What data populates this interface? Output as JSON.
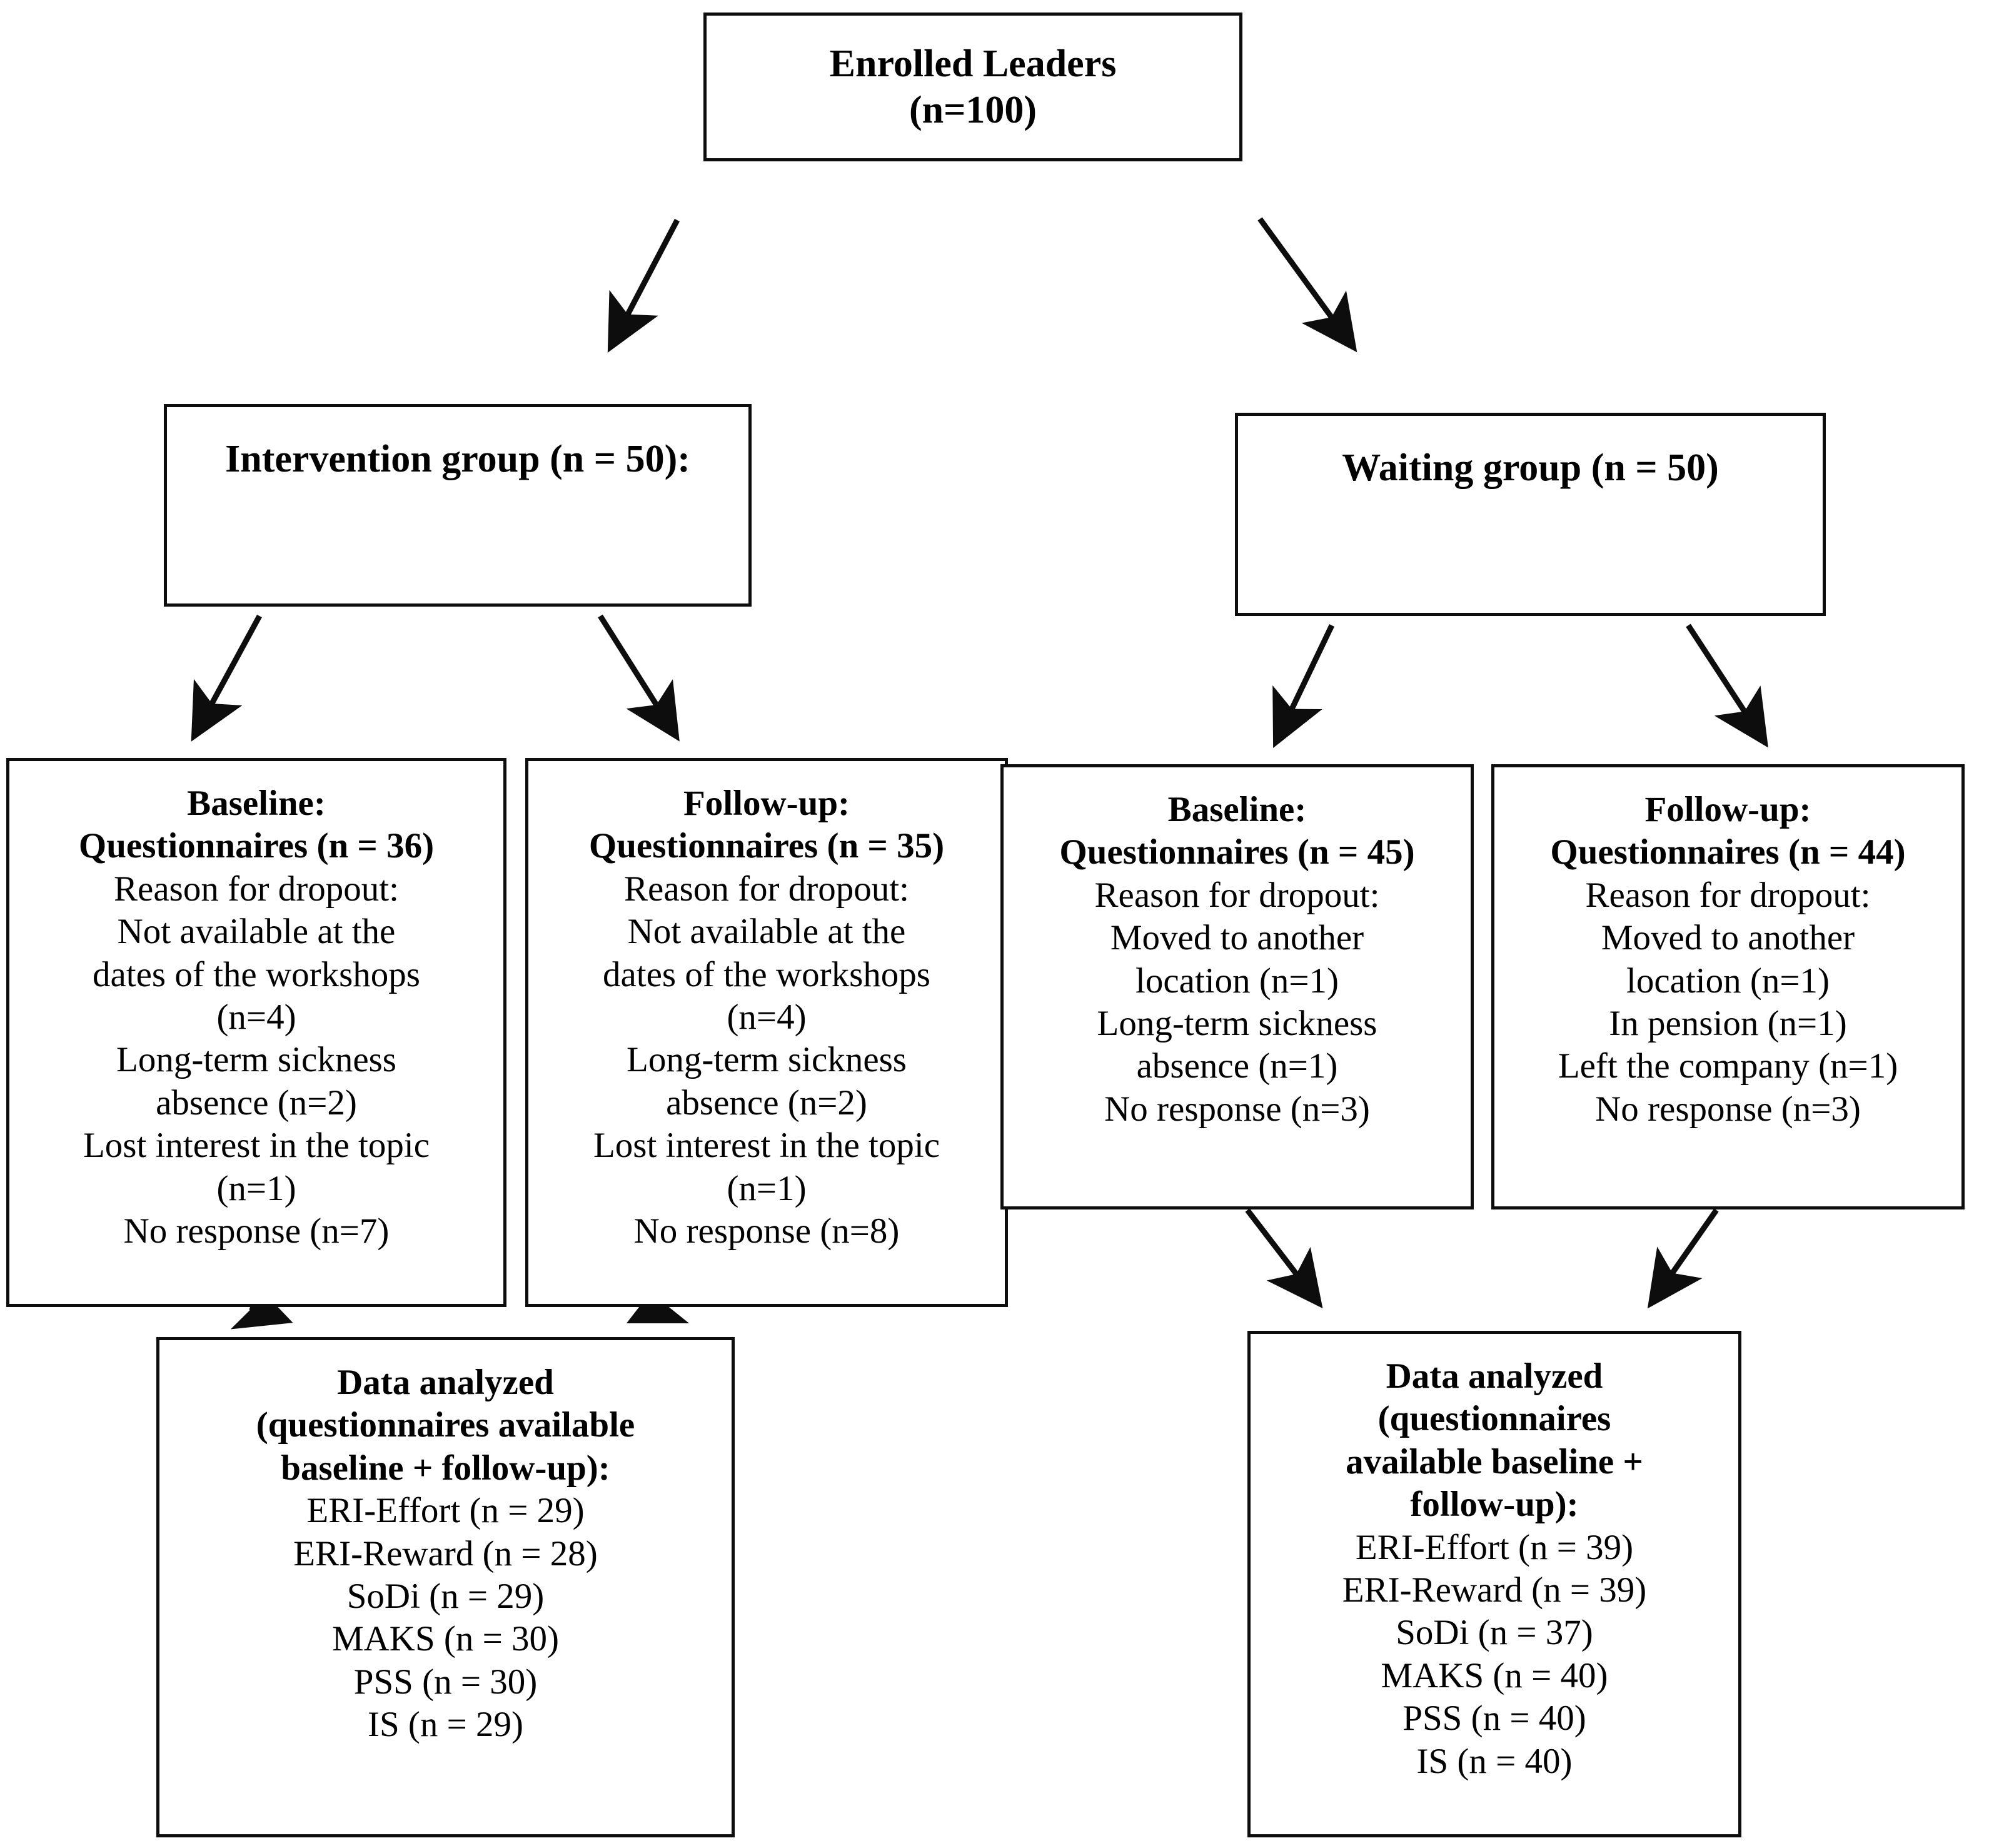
{
  "diagram": {
    "title": "Participant flow diagram",
    "type": "flowchart",
    "stroke_color": "#0d0d0d",
    "background_color": "#ffffff"
  },
  "nodes": {
    "enrolled": {
      "lines": [
        {
          "text": "Enrolled Leaders",
          "bold": true
        },
        {
          "text": "(n=100)",
          "bold": true
        }
      ]
    },
    "intervention_group": {
      "lines": [
        {
          "text": "Intervention group (n = 50):",
          "bold": true
        }
      ]
    },
    "waiting_group": {
      "lines": [
        {
          "text": "Waiting group (n = 50)",
          "bold": true
        }
      ]
    },
    "intervention_baseline": {
      "lines": [
        {
          "text": "Baseline:",
          "bold": true
        },
        {
          "text": "Questionnaires (n = 36)",
          "bold": true
        },
        {
          "text": "Reason for dropout:",
          "bold": false
        },
        {
          "text": "Not available at the",
          "bold": false
        },
        {
          "text": "dates of the workshops",
          "bold": false
        },
        {
          "text": "(n=4)",
          "bold": false
        },
        {
          "text": "Long-term sickness",
          "bold": false
        },
        {
          "text": "absence (n=2)",
          "bold": false
        },
        {
          "text": "Lost interest in the topic",
          "bold": false
        },
        {
          "text": "(n=1)",
          "bold": false
        },
        {
          "text": "No response (n=7)",
          "bold": false
        }
      ]
    },
    "intervention_followup": {
      "lines": [
        {
          "text": "Follow-up:",
          "bold": true
        },
        {
          "text": "Questionnaires (n = 35)",
          "bold": true
        },
        {
          "text": "Reason for dropout:",
          "bold": false
        },
        {
          "text": "Not available at the",
          "bold": false
        },
        {
          "text": "dates of the workshops",
          "bold": false
        },
        {
          "text": "(n=4)",
          "bold": false
        },
        {
          "text": "Long-term sickness",
          "bold": false
        },
        {
          "text": "absence (n=2)",
          "bold": false
        },
        {
          "text": "Lost interest in the topic",
          "bold": false
        },
        {
          "text": "(n=1)",
          "bold": false
        },
        {
          "text": "No response (n=8)",
          "bold": false
        }
      ]
    },
    "waiting_baseline": {
      "lines": [
        {
          "text": "Baseline:",
          "bold": true
        },
        {
          "text": "Questionnaires (n = 45)",
          "bold": true
        },
        {
          "text": "Reason for dropout:",
          "bold": false
        },
        {
          "text": "Moved to another",
          "bold": false
        },
        {
          "text": "location (n=1)",
          "bold": false
        },
        {
          "text": "Long-term sickness",
          "bold": false
        },
        {
          "text": "absence (n=1)",
          "bold": false
        },
        {
          "text": "No response (n=3)",
          "bold": false
        }
      ]
    },
    "waiting_followup": {
      "lines": [
        {
          "text": "Follow-up:",
          "bold": true
        },
        {
          "text": "Questionnaires (n = 44)",
          "bold": true
        },
        {
          "text": "Reason for dropout:",
          "bold": false
        },
        {
          "text": "Moved to another",
          "bold": false
        },
        {
          "text": "location (n=1)",
          "bold": false
        },
        {
          "text": "In pension (n=1)",
          "bold": false
        },
        {
          "text": "Left the company (n=1)",
          "bold": false
        },
        {
          "text": "No response (n=3)",
          "bold": false
        }
      ]
    },
    "intervention_analyzed": {
      "lines": [
        {
          "text": "Data analyzed",
          "bold": true
        },
        {
          "text": "(questionnaires available",
          "bold": true
        },
        {
          "text": "baseline + follow-up):",
          "bold": true
        },
        {
          "text": "ERI-Effort (n = 29)",
          "bold": false
        },
        {
          "text": "ERI-Reward (n = 28)",
          "bold": false
        },
        {
          "text": "SoDi (n = 29)",
          "bold": false
        },
        {
          "text": "MAKS (n = 30)",
          "bold": false
        },
        {
          "text": "PSS (n = 30)",
          "bold": false
        },
        {
          "text": "IS (n = 29)",
          "bold": false
        }
      ]
    },
    "waiting_analyzed": {
      "lines": [
        {
          "text": "Data analyzed",
          "bold": true
        },
        {
          "text": "(questionnaires",
          "bold": true
        },
        {
          "text": "available baseline +",
          "bold": true
        },
        {
          "text": "follow-up):",
          "bold": true
        },
        {
          "text": "ERI-Effort (n = 39)",
          "bold": false
        },
        {
          "text": "ERI-Reward (n = 39)",
          "bold": false
        },
        {
          "text": "SoDi (n = 37)",
          "bold": false
        },
        {
          "text": "MAKS (n = 40)",
          "bold": false
        },
        {
          "text": "PSS (n = 40)",
          "bold": false
        },
        {
          "text": "IS (n = 40)",
          "bold": false
        }
      ]
    }
  },
  "edges": [
    {
      "name": "enrolled-to-intervention",
      "from": "enrolled",
      "to": "intervention_group"
    },
    {
      "name": "enrolled-to-waiting",
      "from": "enrolled",
      "to": "waiting_group"
    },
    {
      "name": "intervention-to-baseline",
      "from": "intervention_group",
      "to": "intervention_baseline"
    },
    {
      "name": "intervention-to-followup",
      "from": "intervention_group",
      "to": "intervention_followup"
    },
    {
      "name": "waiting-to-baseline",
      "from": "waiting_group",
      "to": "waiting_baseline"
    },
    {
      "name": "waiting-to-followup",
      "from": "waiting_group",
      "to": "waiting_followup"
    },
    {
      "name": "intervention-baseline-to-analyzed",
      "from": "intervention_baseline",
      "to": "intervention_analyzed"
    },
    {
      "name": "intervention-followup-to-analyzed",
      "from": "intervention_followup",
      "to": "intervention_analyzed"
    },
    {
      "name": "waiting-baseline-to-analyzed",
      "from": "waiting_baseline",
      "to": "waiting_analyzed"
    },
    {
      "name": "waiting-followup-to-analyzed",
      "from": "waiting_followup",
      "to": "waiting_analyzed"
    }
  ]
}
